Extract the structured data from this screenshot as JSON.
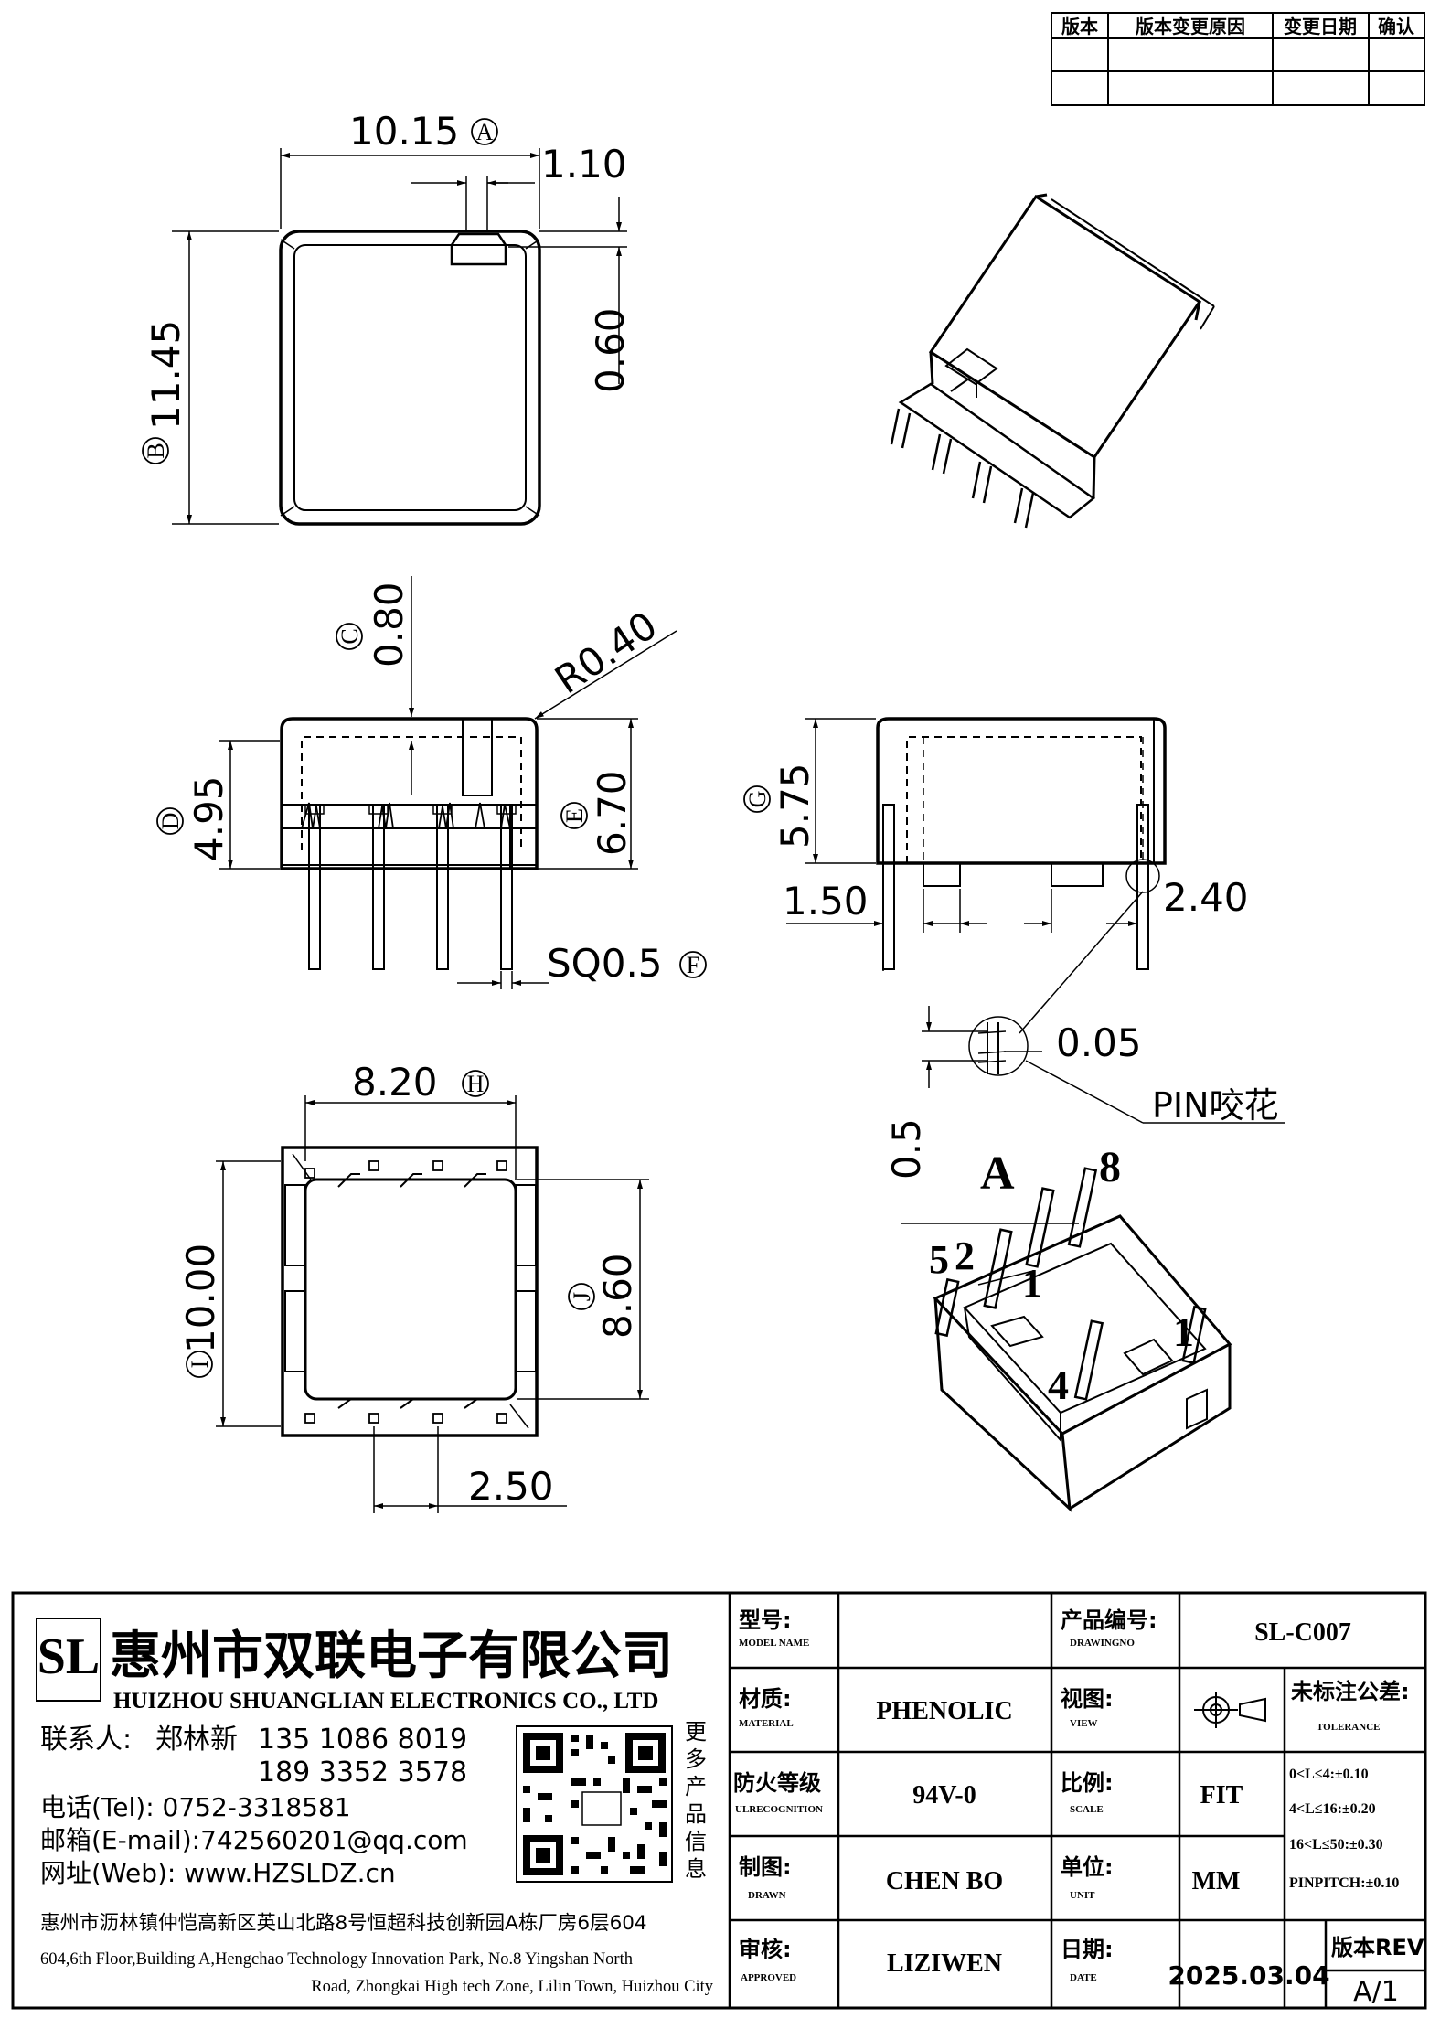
{
  "revision_table": {
    "headers": [
      "版本",
      "版本变更原因",
      "变更日期",
      "确认"
    ]
  },
  "dimensions": {
    "top_width": "10.15",
    "top_width_tag": "A",
    "notch_width": "1.10",
    "notch_depth": "0.60",
    "top_height": "11.45",
    "top_height_tag": "B",
    "wall": "0.80",
    "wall_tag": "C",
    "radius": "R0.40",
    "body_height": "4.95",
    "body_height_tag": "D",
    "total_height": "6.70",
    "total_height_tag": "E",
    "pin_size": "SQ0.5",
    "pin_size_tag": "F",
    "side_height": "5.75",
    "side_height_tag": "G",
    "standoff": "1.50",
    "gap": "2.40",
    "knurl": "0.05",
    "pin_note": "PIN咬花",
    "pin_len": "0.5",
    "bottom_width": "8.20",
    "bottom_width_tag": "H",
    "bottom_height": "10.00",
    "bottom_height_tag": "I",
    "inner_height": "8.60",
    "inner_height_tag": "J",
    "pitch": "2.50"
  },
  "iso_labels": {
    "a": "A",
    "p8": "8",
    "p5": "5",
    "p2": "2",
    "p1": "1",
    "p4": "4",
    "p1b": "1"
  },
  "company": {
    "logo_letters": "SL",
    "name_cn": "惠州市双联电子有限公司",
    "name_en": "HUIZHOU SHUANGLIAN ELECTRONICS CO., LTD",
    "contact_label": "联系人:",
    "contact_name": "郑林新",
    "phone1": "135 1086 8019",
    "phone2": "189 3352 3578",
    "tel": "电话(Tel): 0752-3318581",
    "email": "邮箱(E-mail):742560201@qq.com",
    "web": "网址(Web): www.HZSLDZ.cn",
    "more_info": [
      "更",
      "多",
      "产",
      "品",
      "信",
      "息"
    ],
    "address_cn": "惠州市沥林镇仲恺高新区英山北路8号恒超科技创新园A栋厂房6层604",
    "address_en1": "604,6th Floor,Building A,Hengchao Technology Innovation Park, No.8 Yingshan North",
    "address_en2": "Road, Zhongkai High tech Zone, Lilin Town, Huizhou City"
  },
  "title_block": {
    "model_cn": "型号:",
    "model_en": "MODEL NAME",
    "model_val": "",
    "drawing_cn": "产品编号:",
    "drawing_en": "DRAWINGNO",
    "drawing_val": "SL-C007",
    "material_cn": "材质:",
    "material_en": "MATERIAL",
    "material_val": "PHENOLIC",
    "view_cn": "视图:",
    "view_en": "VIEW",
    "tol_cn": "未标注公差:",
    "tol_en": "TOLERANCE",
    "tol_lines": [
      "0<L≤4:±0.10",
      "4<L≤16:±0.20",
      "16<L≤50:±0.30",
      "PINPITCH:±0.10"
    ],
    "fire_cn": "防火等级",
    "fire_en": "ULRECOGNITION",
    "fire_val": "94V-0",
    "scale_cn": "比例:",
    "scale_en": "SCALE",
    "scale_val": "FIT",
    "drawn_cn": "制图:",
    "drawn_en": "DRAWN",
    "drawn_val": "CHEN BO",
    "unit_cn": "单位:",
    "unit_en": "UNIT",
    "unit_val": "MM",
    "approved_cn": "审核:",
    "approved_en": "APPROVED",
    "approved_val": "LIZIWEN",
    "date_cn": "日期:",
    "date_en": "DATE",
    "date_val": "2025.03.04",
    "rev_label": "版本REV",
    "rev_val": "A/1"
  }
}
